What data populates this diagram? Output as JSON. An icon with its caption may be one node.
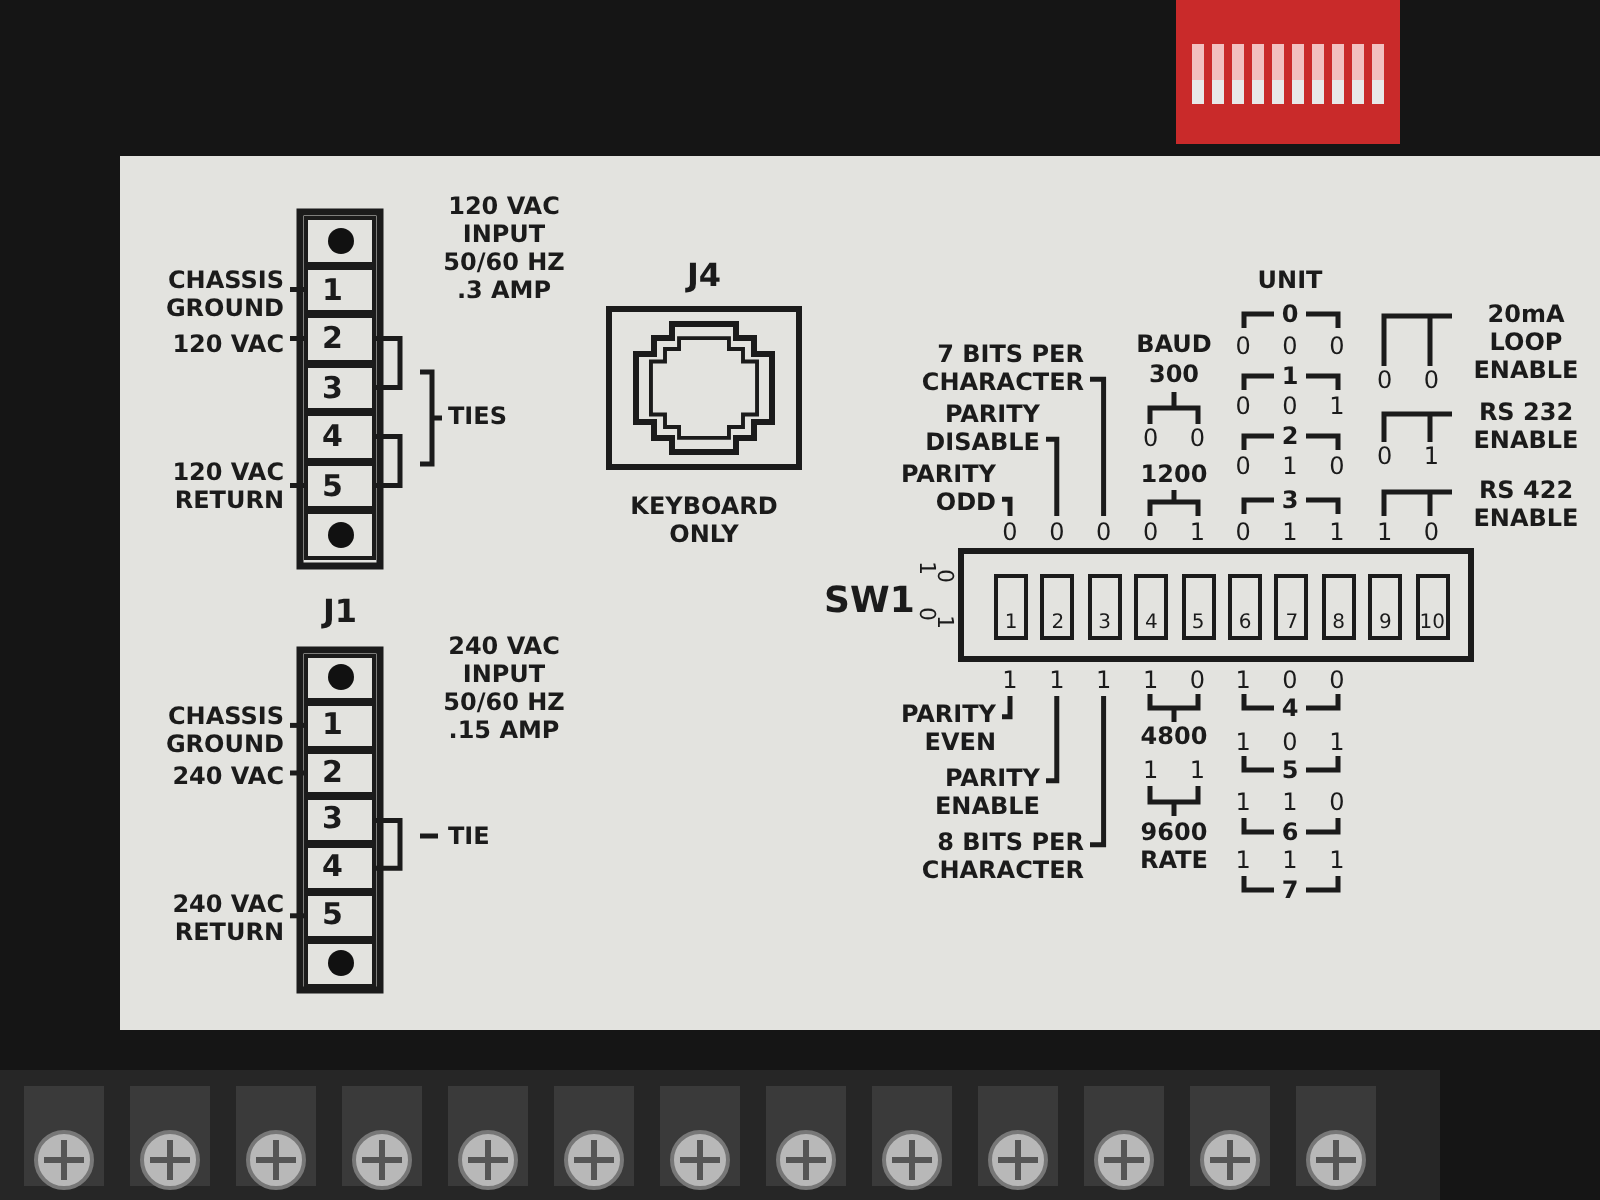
{
  "diagram": {
    "nodes": [
      {
        "text": [],
        "shape": "box"
      },
      {
        "text": [
          "1"
        ]
      },
      {
        "text": [
          "2"
        ]
      },
      {
        "text": [
          "3"
        ]
      },
      {
        "text": [
          "4"
        ]
      },
      {
        "text": [
          "5"
        ]
      },
      {
        "text": [],
        "shape": "box"
      },
      {
        "text": [
          "CHASSIS GROUND"
        ]
      },
      {
        "text": [
          "120 VAC"
        ]
      },
      {
        "text": [
          "120 VAC RETURN"
        ]
      },
      {
        "text": [],
        "shape": "box"
      },
      {
        "text": [
          "1"
        ]
      },
      {
        "text": [
          "2"
        ]
      },
      {
        "text": [
          "3"
        ]
      },
      {
        "text": [
          "4"
        ]
      },
      {
        "text": [
          "5"
        ]
      },
      {
        "text": [],
        "shape": "box"
      },
      {
        "text": [
          "CHASSIS GROUND"
        ]
      },
      {
        "text": [
          "240 VAC"
        ]
      },
      {
        "text": [
          "240 VAC RETURN"
        ]
      },
      {
        "text": [
          "J4",
          "KEYBOARD ONLY"
        ]
      },
      {
        "text": [
          "SW1"
        ]
      },
      {
        "text": [
          "1"
        ],
        "in": 21
      },
      {
        "text": [
          "2"
        ],
        "in": 21
      },
      {
        "text": [
          "3"
        ],
        "in": 21
      },
      {
        "text": [
          "4"
        ],
        "in": 21
      },
      {
        "text": [
          "5"
        ],
        "in": 21
      },
      {
        "text": [
          "6"
        ],
        "in": 21
      },
      {
        "text": [
          "7"
        ],
        "in": 21
      },
      {
        "text": [
          "8"
        ],
        "in": 21
      },
      {
        "text": [
          "9"
        ],
        "in": 21
      },
      {
        "text": [
          "10"
        ],
        "in": 21
      },
      {
        "text": [
          "7 BITS PER CHARACTER"
        ]
      },
      {
        "text": [
          "PARITY DISABLE"
        ]
      },
      {
        "text": [
          "PARITY ODD"
        ]
      },
      {
        "text": [
          "PARITY EVEN"
        ]
      },
      {
        "text": [
          "PARITY ENABLE"
        ]
      },
      {
        "text": [
          "8 BITS PER CHARACTER"
        ]
      },
      {
        "text": [
          "0"
        ]
      },
      {
        "text": [
          "0"
        ]
      },
      {
        "text": [
          "0"
        ]
      },
      {
        "text": [
          "1"
        ]
      },
      {
        "text": [
          "1"
        ]
      },
      {
        "text": [
          "1"
        ]
      }
    ],
    "edges": [
      {
        "from": 7,
        "to": 1,
        "arrow": "none"
      },
      {
        "from": 8,
        "to": 2,
        "arrow": "none"
      },
      {
        "from": 9,
        "to": 5,
        "arrow": "none"
      },
      {
        "from": 2,
        "to": 3,
        "arrow": "none"
      },
      {
        "from": 4,
        "to": 5,
        "arrow": "none"
      },
      {
        "from": 17,
        "to": 11,
        "arrow": "none"
      },
      {
        "from": 18,
        "to": 12,
        "arrow": "none"
      },
      {
        "from": 19,
        "to": 15,
        "arrow": "none"
      },
      {
        "from": 13,
        "to": 14,
        "arrow": "none"
      },
      {
        "from": 32,
        "to": 40,
        "arrow": "none"
      },
      {
        "from": 33,
        "to": 39,
        "arrow": "none"
      },
      {
        "from": 34,
        "to": 38,
        "arrow": "none"
      },
      {
        "from": 35,
        "to": 41,
        "arrow": "none"
      },
      {
        "from": 36,
        "to": 42,
        "arrow": "none"
      },
      {
        "from": 37,
        "to": 43,
        "arrow": "none"
      }
    ],
    "labels": [
      "120 VAC INPUT 50/60 HZ .3 AMP",
      "TIES",
      "20mA LOOP ENABLE",
      "UNIT",
      "0",
      "BAUD",
      "0 0 0",
      "300",
      "1",
      "0 0",
      "RS 232 ENABLE",
      "0 0 1",
      "0 0",
      "2",
      "0 1",
      "0 1 0",
      "1200",
      "RS 422 ENABLE",
      "3",
      "0 1",
      "0 1 1",
      "1 0",
      "1",
      "0",
      "0",
      "1",
      "1 0",
      "1 0 0",
      "4",
      "4800",
      "1 0 1",
      "1 1",
      "5",
      "1 1 0",
      "9600",
      "6",
      "RATE",
      "1 1 1",
      "7",
      "J1",
      "240 VAC INPUT 50/60 HZ .15 AMP",
      "TIE"
    ]
  }
}
